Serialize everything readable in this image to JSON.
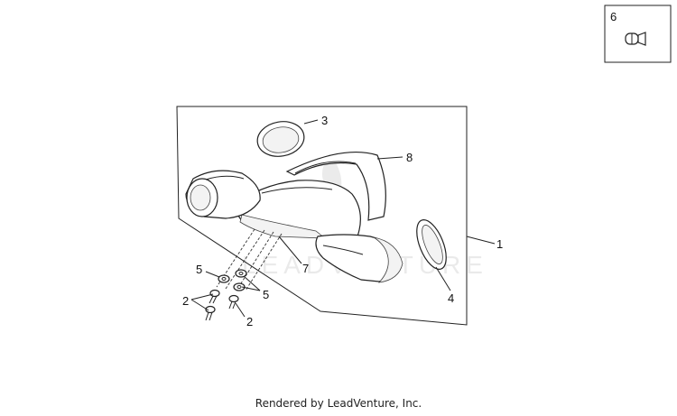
{
  "diagram": {
    "callouts": [
      "1",
      "2",
      "2",
      "3",
      "4",
      "5",
      "5",
      "6",
      "7",
      "8"
    ],
    "watermark": "LEADVENTURE"
  },
  "footer": {
    "text": "Rendered by LeadVenture, Inc."
  }
}
